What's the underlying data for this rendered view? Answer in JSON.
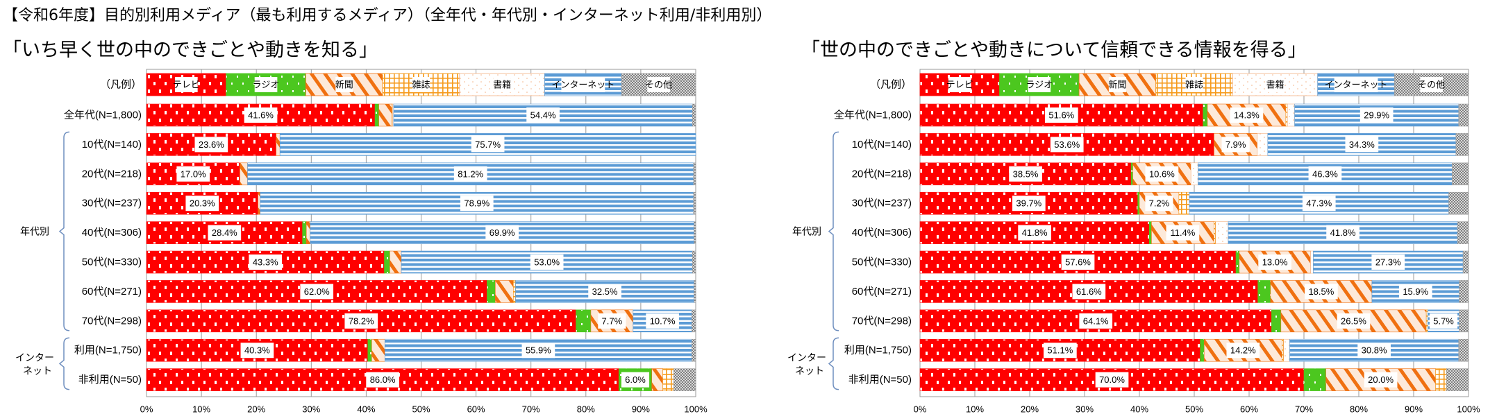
{
  "title": "【令和6年度】目的別利用メディア（最も利用するメディア）（全年代・年代別・インターネット利用/非利用別）",
  "colors": {
    "tv": "#ff0000",
    "radio": "#4cc71f",
    "newspaper": "#f07010",
    "magazine": "#f59a1b",
    "books": "#f4b183",
    "internet": "#5b9bd5",
    "other": "#a0a0a0"
  },
  "chart_data": [
    {
      "type": "bar",
      "orientation": "horizontal-stacked-100",
      "title": "「いち早く世の中のできごとや動きを知る」",
      "legend_label": "（凡例）",
      "legend": [
        "テレビ",
        "ラジオ",
        "新聞",
        "雑誌",
        "書籍",
        "インターネット",
        "その他"
      ],
      "categories": [
        "全年代(N=1,800)",
        "10代(N=140)",
        "20代(N=218)",
        "30代(N=237)",
        "40代(N=306)",
        "50代(N=330)",
        "60代(N=271)",
        "70代(N=298)",
        "利用(N=1,750)",
        "非利用(N=50)"
      ],
      "groups": [
        {
          "label": "年代別",
          "from": 1,
          "to": 7
        },
        {
          "label": "インター\nネット",
          "from": 8,
          "to": 9
        }
      ],
      "series": [
        {
          "name": "テレビ",
          "values": [
            41.6,
            23.6,
            17.0,
            20.3,
            28.4,
            43.3,
            62.0,
            78.2,
            40.3,
            86.0
          ]
        },
        {
          "name": "ラジオ",
          "values": [
            0.7,
            0.0,
            0.0,
            0.0,
            0.7,
            1.0,
            1.5,
            2.7,
            0.7,
            6.0
          ]
        },
        {
          "name": "新聞",
          "values": [
            2.4,
            0.7,
            1.4,
            0.4,
            0.7,
            2.1,
            3.3,
            7.7,
            2.4,
            2.0
          ]
        },
        {
          "name": "雑誌",
          "values": [
            0.1,
            0.0,
            0.0,
            0.0,
            0.0,
            0.0,
            0.4,
            0.0,
            0.0,
            2.0
          ]
        },
        {
          "name": "書籍",
          "values": [
            0.2,
            0.0,
            0.0,
            0.0,
            0.0,
            0.0,
            0.0,
            0.0,
            0.0,
            0.0
          ]
        },
        {
          "name": "インターネット",
          "values": [
            54.4,
            75.7,
            81.2,
            78.9,
            69.9,
            53.0,
            32.5,
            10.7,
            55.9,
            0.0
          ]
        },
        {
          "name": "その他",
          "values": [
            0.6,
            0.0,
            0.4,
            0.4,
            0.3,
            0.6,
            0.3,
            0.7,
            0.7,
            4.0
          ]
        }
      ],
      "xlim": [
        0,
        100
      ],
      "xticks": [
        "0%",
        "10%",
        "20%",
        "30%",
        "40%",
        "50%",
        "60%",
        "70%",
        "80%",
        "90%",
        "100%"
      ],
      "grid": true,
      "legend_placement": "top-row"
    },
    {
      "type": "bar",
      "orientation": "horizontal-stacked-100",
      "title": "「世の中のできごとや動きについて信頼できる情報を得る」",
      "legend_label": "（凡例）",
      "legend": [
        "テレビ",
        "ラジオ",
        "新聞",
        "雑誌",
        "書籍",
        "インターネット",
        "その他"
      ],
      "categories": [
        "全年代(N=1,800)",
        "10代(N=140)",
        "20代(N=218)",
        "30代(N=237)",
        "40代(N=306)",
        "50代(N=330)",
        "60代(N=271)",
        "70代(N=298)",
        "利用(N=1,750)",
        "非利用(N=50)"
      ],
      "groups": [
        {
          "label": "年代別",
          "from": 1,
          "to": 7
        },
        {
          "label": "インター\nネット",
          "from": 8,
          "to": 9
        }
      ],
      "series": [
        {
          "name": "テレビ",
          "values": [
            51.6,
            53.6,
            38.5,
            39.7,
            41.8,
            57.6,
            61.6,
            64.1,
            51.1,
            70.0
          ]
        },
        {
          "name": "ラジオ",
          "values": [
            0.8,
            0.0,
            0.3,
            0.3,
            0.4,
            0.6,
            2.3,
            1.7,
            0.7,
            4.0
          ]
        },
        {
          "name": "新聞",
          "values": [
            14.3,
            7.9,
            10.6,
            7.2,
            11.4,
            13.0,
            18.5,
            26.5,
            14.2,
            20.0
          ]
        },
        {
          "name": "雑誌",
          "values": [
            0.3,
            0.0,
            0.0,
            1.9,
            0.3,
            0.0,
            0.0,
            0.3,
            0.3,
            2.0
          ]
        },
        {
          "name": "書籍",
          "values": [
            1.3,
            1.9,
            1.3,
            0.0,
            2.3,
            0.5,
            0.0,
            0.0,
            1.1,
            0.0
          ]
        },
        {
          "name": "インターネット",
          "values": [
            29.9,
            34.3,
            46.3,
            47.3,
            41.8,
            27.3,
            15.9,
            5.7,
            30.8,
            0.0
          ]
        },
        {
          "name": "その他",
          "values": [
            1.8,
            2.3,
            3.0,
            3.6,
            2.0,
            1.0,
            1.7,
            1.7,
            1.8,
            4.0
          ]
        }
      ],
      "xlim": [
        0,
        100
      ],
      "xticks": [
        "0%",
        "10%",
        "20%",
        "30%",
        "40%",
        "50%",
        "60%",
        "70%",
        "80%",
        "90%",
        "100%"
      ],
      "grid": true,
      "legend_placement": "top-row"
    }
  ]
}
